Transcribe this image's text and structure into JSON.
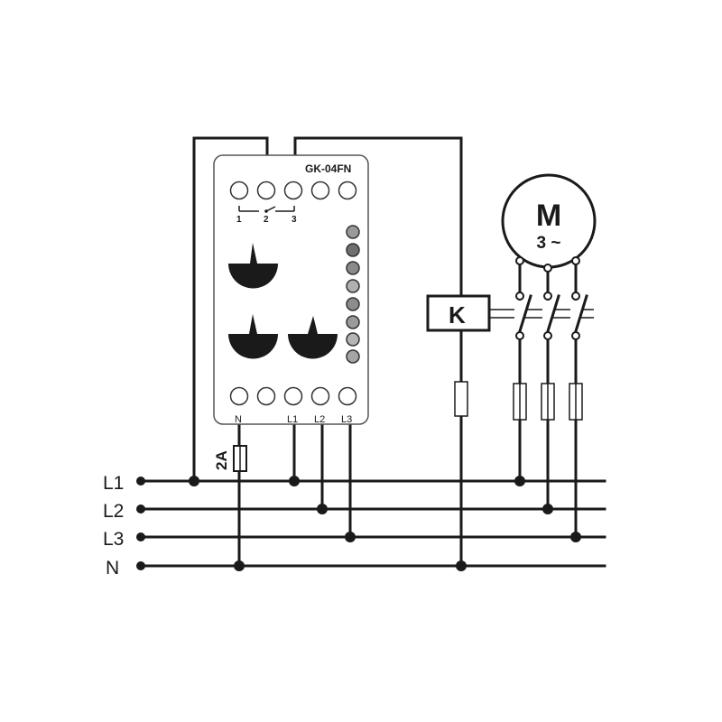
{
  "device": {
    "model": "GK-04FN",
    "switch_positions": [
      "1",
      "2",
      "3"
    ],
    "bottom_terminals": [
      "N",
      "L1",
      "L2",
      "L3"
    ],
    "led_colors": [
      "#9a9a9a",
      "#6f6f6f",
      "#8a8a8a",
      "#b0b0b0",
      "#8c8c8c",
      "#9a9a9a",
      "#b5b5b5",
      "#a5a5a5"
    ],
    "knob_color": "#1a1a1a"
  },
  "motor": {
    "label": "M",
    "phases": "3 ~"
  },
  "contactor": {
    "label": "K"
  },
  "fuse": {
    "rating": "2A"
  },
  "bus_lines": [
    "L1",
    "L2",
    "L3",
    "N"
  ]
}
